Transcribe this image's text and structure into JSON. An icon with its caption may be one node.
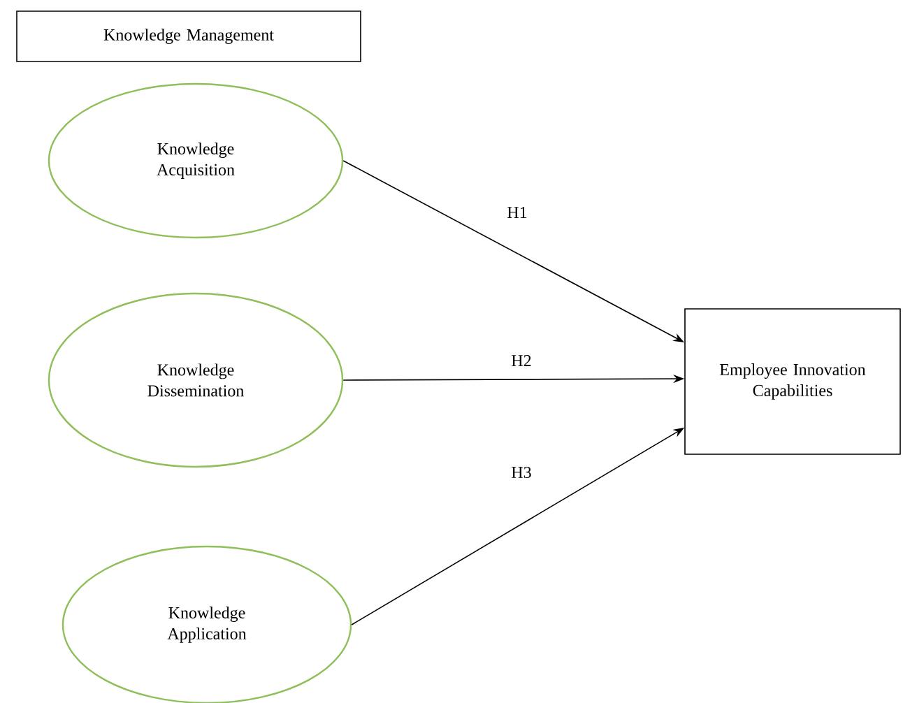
{
  "diagram": {
    "nodes": [
      {
        "text": [
          "Knowledge Management"
        ]
      },
      {
        "text": [
          "Knowledge Acquisition"
        ]
      },
      {
        "text": [
          "Knowledge Dissemination"
        ]
      },
      {
        "text": [
          "Knowledge Application"
        ]
      },
      {
        "text": [
          "Employee Innovation Capabilities"
        ]
      }
    ],
    "edges": [
      {
        "from": 1,
        "to": 4,
        "arrow": "to",
        "label": "H1"
      },
      {
        "from": 2,
        "to": 4,
        "arrow": "to",
        "label": "H2"
      },
      {
        "from": 3,
        "to": 4,
        "arrow": "to",
        "label": "H3"
      }
    ]
  }
}
